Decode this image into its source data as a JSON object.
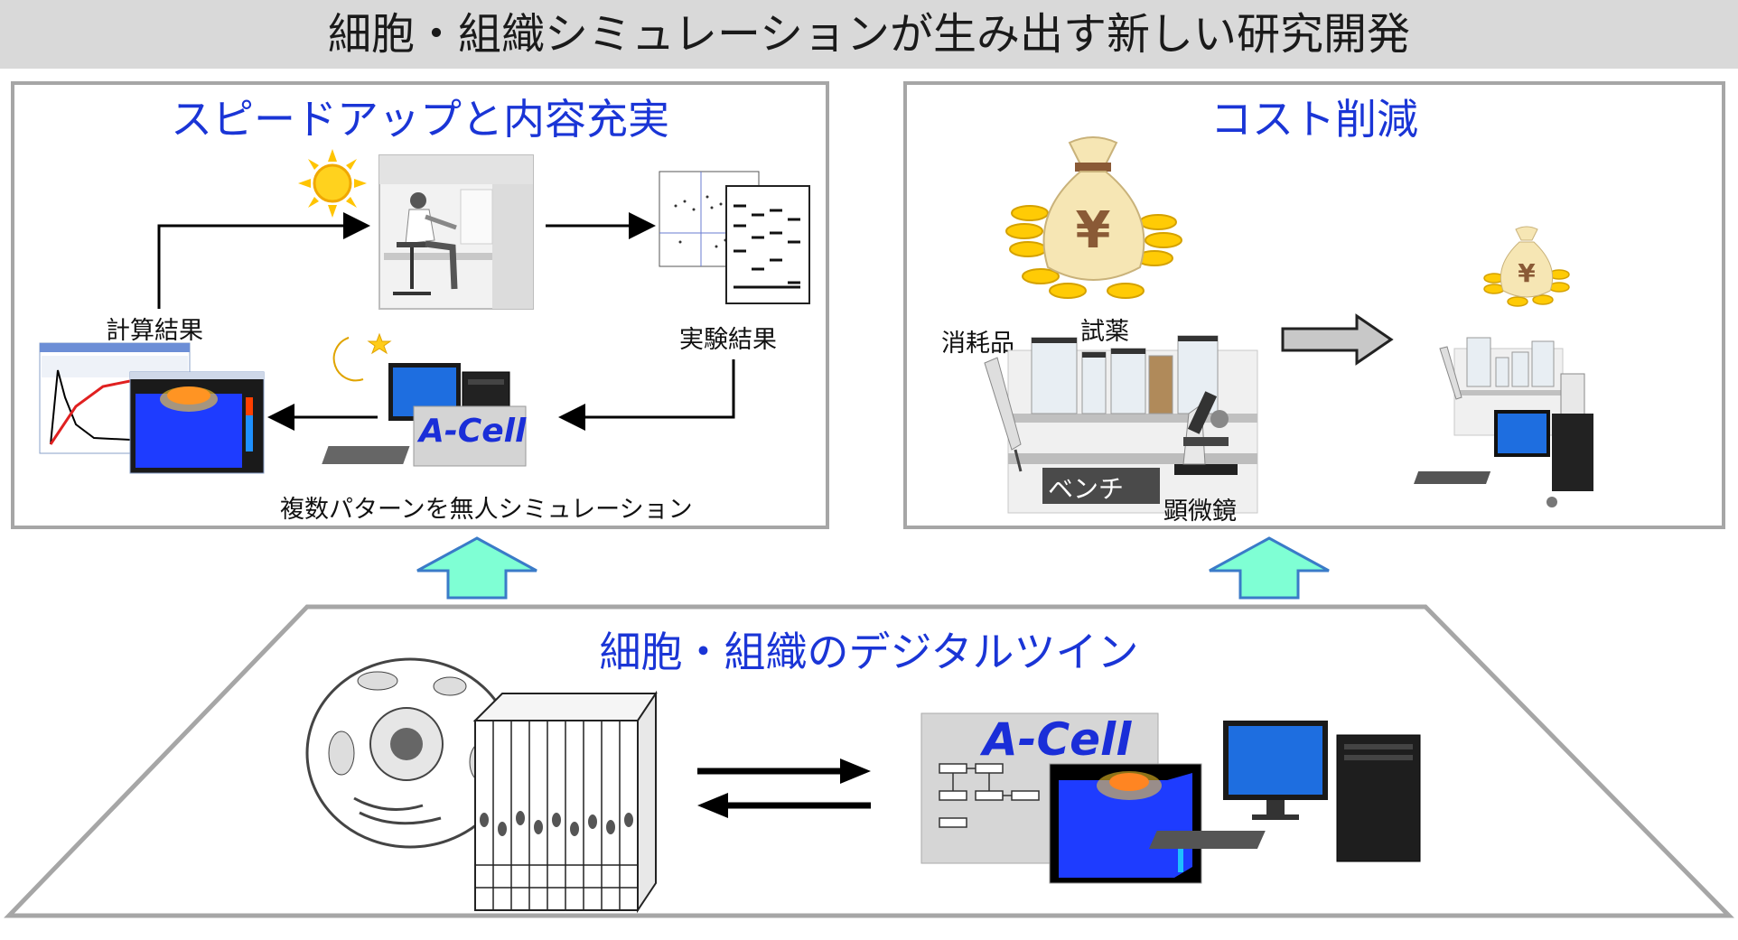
{
  "title": "細胞・組織シミュレーションが生み出す新しい研究開発",
  "left_panel": {
    "heading": "スピードアップと内容充実",
    "calc_label": "計算結果",
    "exp_label": "実験結果",
    "sim_label": "複数パターンを無人シミュレーション",
    "software_logo": "A-Cell"
  },
  "right_panel": {
    "heading": "コスト削減",
    "consumables_label": "消耗品",
    "reagents_label": "試薬",
    "bench_label": "ベンチ",
    "microscope_label": "顕微鏡",
    "yen_symbol": "¥"
  },
  "bottom_panel": {
    "heading": "細胞・組織のデジタルツイン",
    "software_logo": "A-Cell"
  },
  "colors": {
    "heading_blue": "#1a35d6",
    "up_arrow_fill": "#7fffd4",
    "panel_border": "#a6a6a6",
    "title_bar": "#d9d9d9"
  }
}
